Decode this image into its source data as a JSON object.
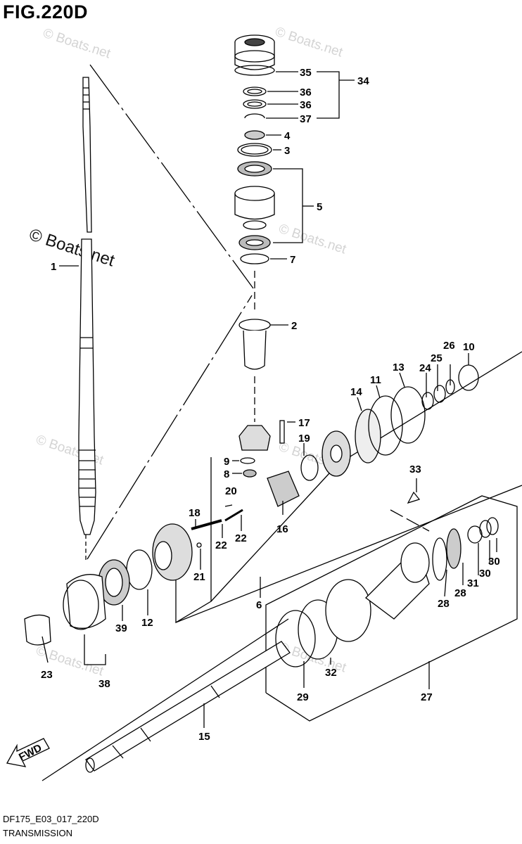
{
  "figure": {
    "title": "FIG.220D",
    "code": "DF175_E03_017_220D",
    "name": "TRANSMISSION"
  },
  "watermark": {
    "text": "© Boats.net",
    "color": "#d4d4d4"
  },
  "direction_arrow": "FWD",
  "callouts": [
    "35",
    "34",
    "36",
    "36",
    "37",
    "4",
    "3",
    "5",
    "7",
    "1",
    "2",
    "26",
    "10",
    "25",
    "24",
    "13",
    "11",
    "14",
    "17",
    "19",
    "9",
    "8",
    "20",
    "18",
    "16",
    "22",
    "22",
    "21",
    "33",
    "12",
    "39",
    "38",
    "23",
    "6",
    "30",
    "30",
    "31",
    "28",
    "28",
    "27",
    "32",
    "29",
    "15"
  ]
}
